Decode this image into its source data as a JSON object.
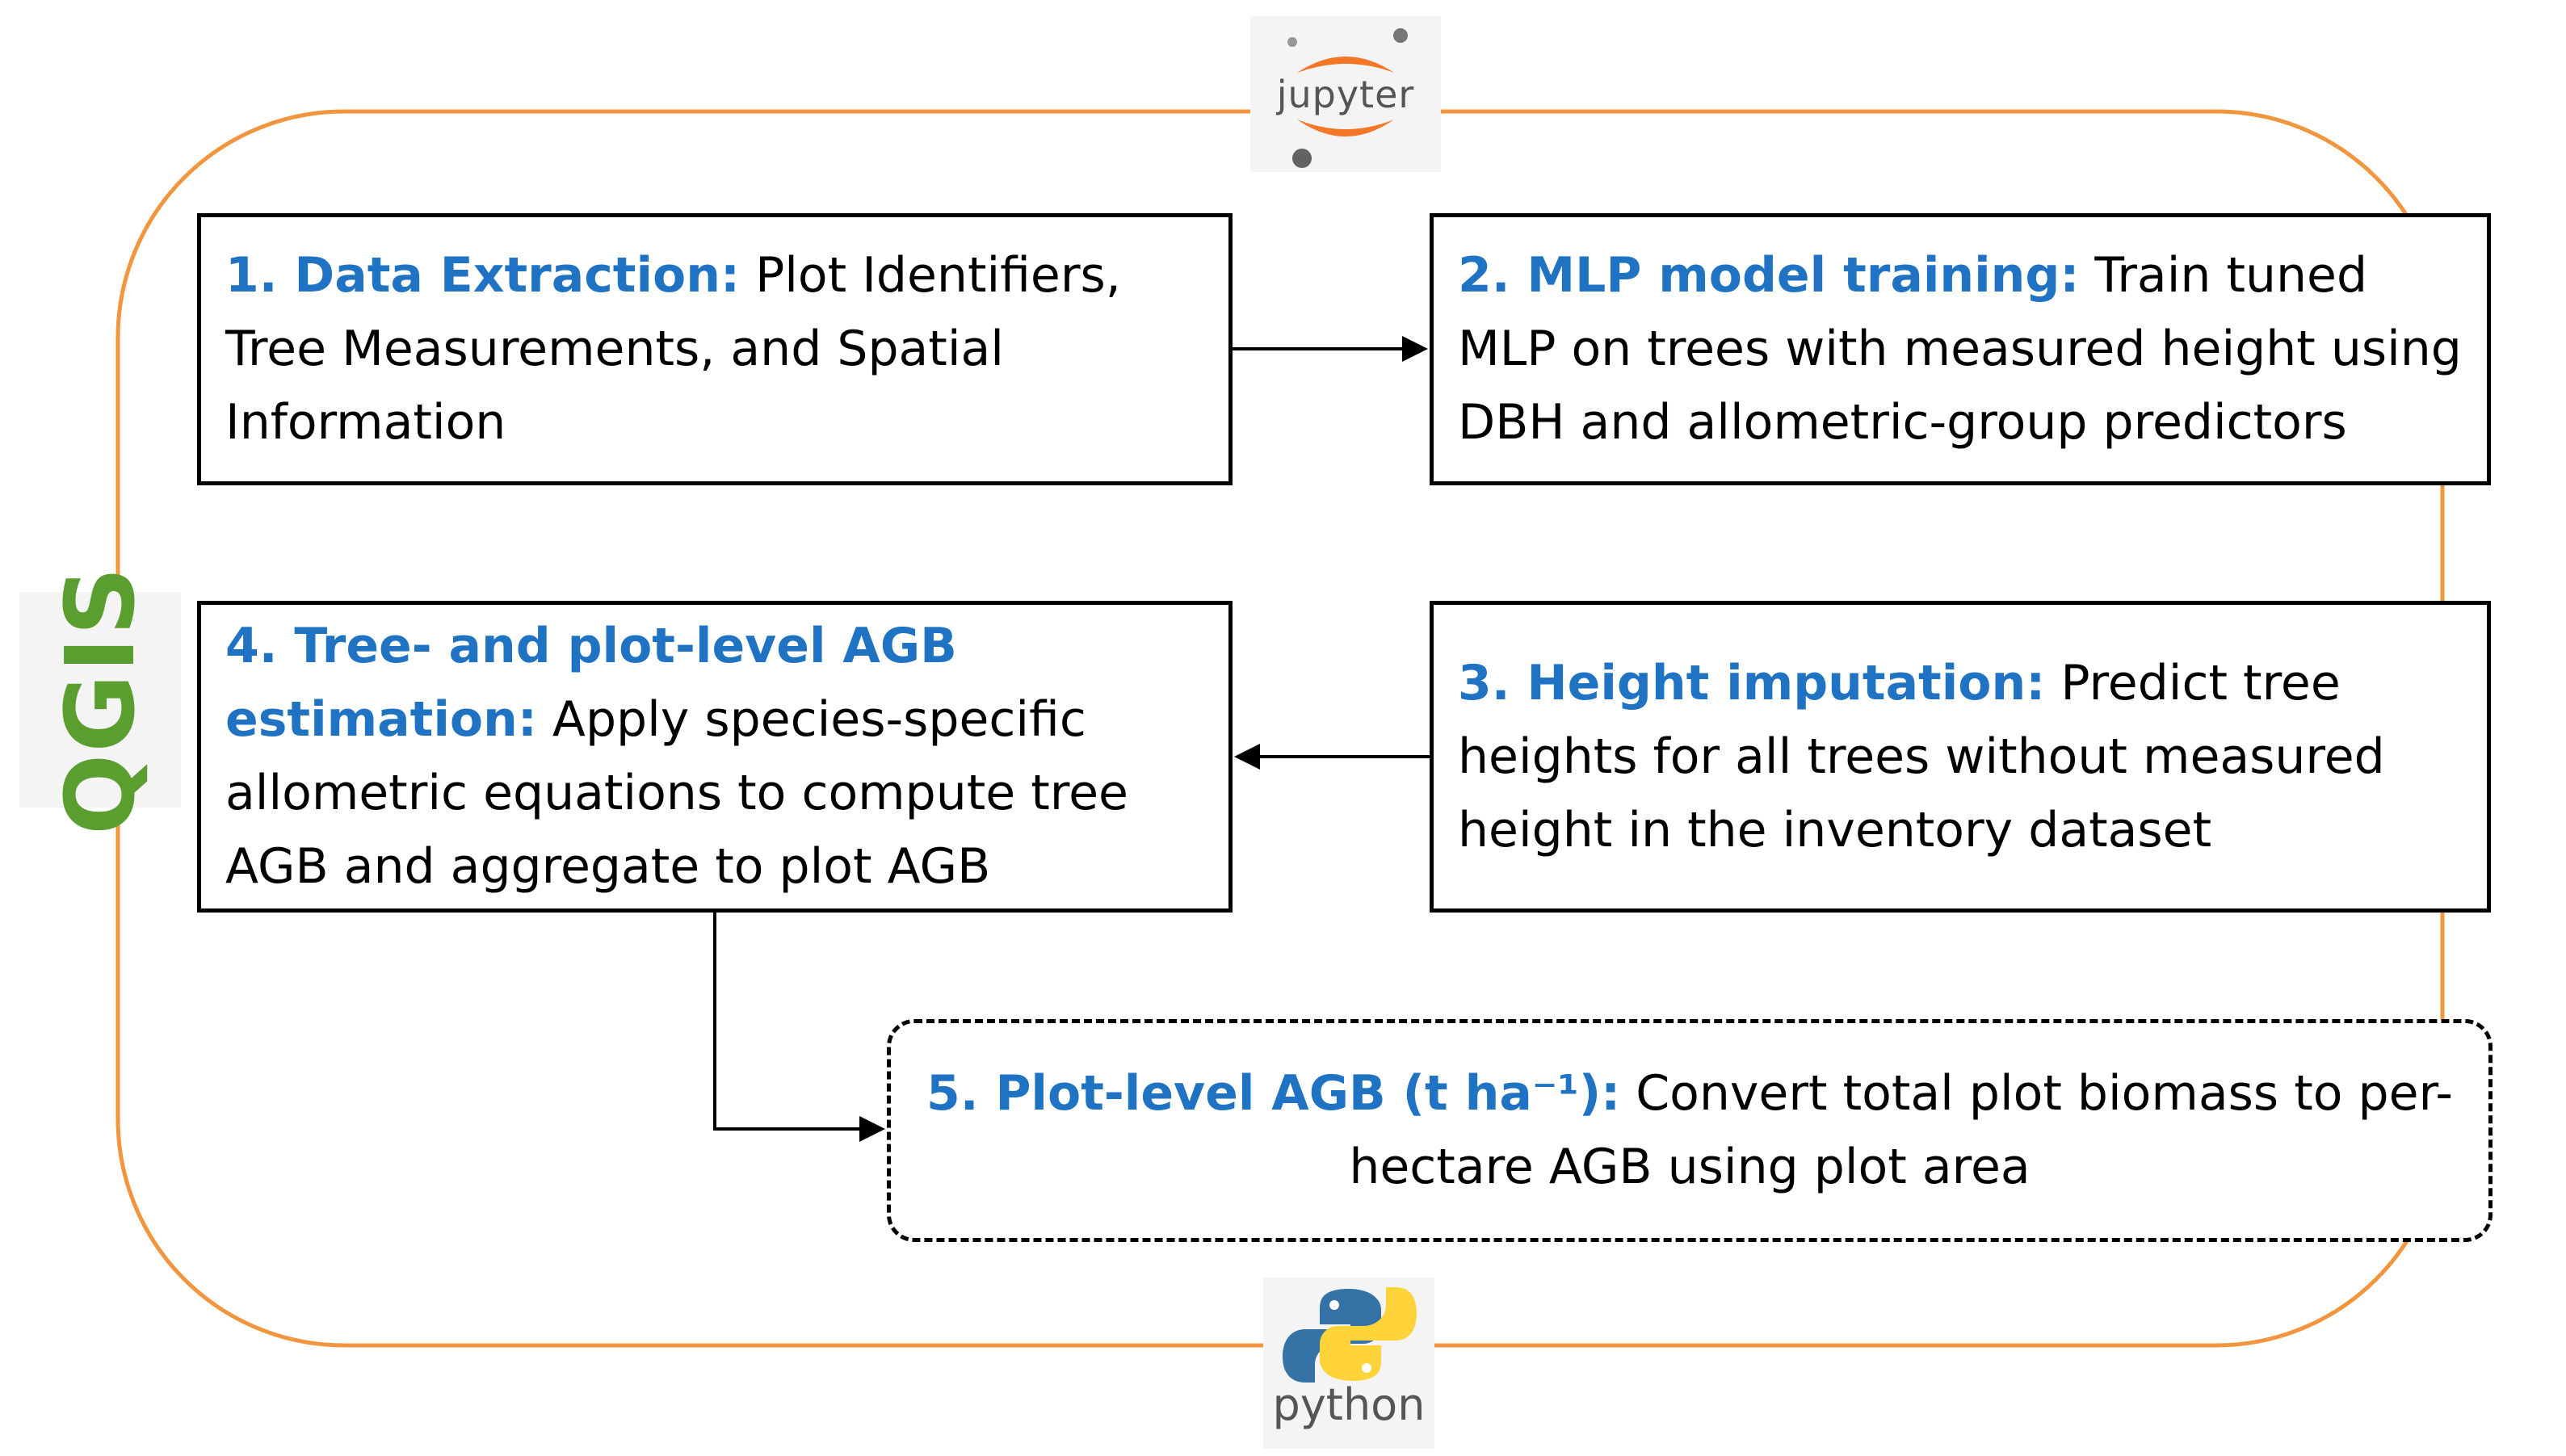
{
  "colors": {
    "frame_orange": "#f2953f",
    "heading_blue": "#1f73c2",
    "box_border": "#000000"
  },
  "logos": {
    "top": {
      "icon": "jupyter-icon",
      "label": "jupyter"
    },
    "left": {
      "icon": "qgis-icon",
      "label": "QGIS"
    },
    "bottom": {
      "icon": "python-icon",
      "label": "python"
    }
  },
  "steps": [
    {
      "heading": "1. Data Extraction:",
      "text": "Plot Identifiers, Tree Measurements, and Spatial Information"
    },
    {
      "heading": "2. MLP model training:",
      "text": "Train tuned MLP on trees with measured height using DBH and allometric-group predictors"
    },
    {
      "heading": "3. Height imputation:",
      "text": "Predict tree heights for all trees without measured height in the inventory dataset"
    },
    {
      "heading": "4. Tree- and plot-level AGB estimation:",
      "text": "Apply species-specific allometric equations to compute tree AGB and aggregate to plot AGB"
    },
    {
      "heading": "5. Plot-level AGB (t ha⁻¹):",
      "text": "Convert total plot biomass to per-hectare AGB using plot area"
    }
  ]
}
